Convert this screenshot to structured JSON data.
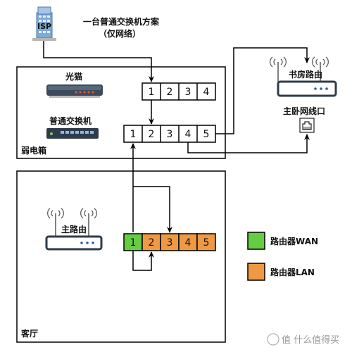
{
  "title": {
    "line1": "一台普通交换机方案",
    "line2": "（仅网络）"
  },
  "isp": {
    "label": "ISP"
  },
  "weak_box": {
    "label": "弱电箱",
    "modem_label": "光猫",
    "switch_label": "普通交换机",
    "modem_ports": [
      "1",
      "2",
      "3",
      "4"
    ],
    "switch_ports": [
      "1",
      "2",
      "3",
      "4",
      "5"
    ]
  },
  "study": {
    "router_label": "书房路由",
    "socket_label": "主卧网线口"
  },
  "living_room": {
    "label": "客厅",
    "router_label": "主路由",
    "router_ports": [
      {
        "label": "1",
        "type": "wan"
      },
      {
        "label": "2",
        "type": "lan"
      },
      {
        "label": "3",
        "type": "lan"
      },
      {
        "label": "4",
        "type": "lan"
      },
      {
        "label": "5",
        "type": "lan"
      }
    ]
  },
  "legend": [
    {
      "label": "路由器WAN",
      "color": "#66cc44"
    },
    {
      "label": "路由器LAN",
      "color": "#ee9944"
    }
  ],
  "watermark": "值 什么值得买",
  "colors": {
    "wan": "#66cc44",
    "lan": "#ee9944",
    "line": "#000000"
  }
}
